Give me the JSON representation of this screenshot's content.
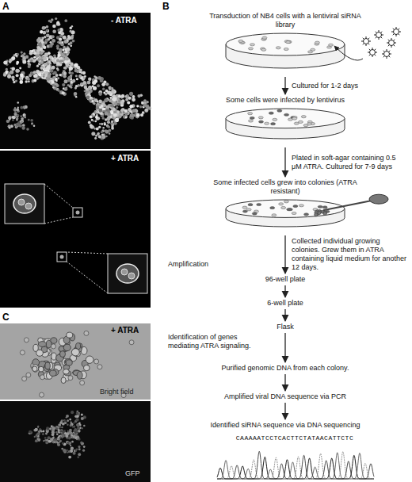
{
  "diagram": {
    "nodes": [
      {
        "text": [
          "Transduction of NB4 cells with a lentiviral siRNA library"
        ]
      },
      {
        "text": [
          "Some cells were infected by lentivirus"
        ]
      },
      {
        "text": [
          "Some infected cells grew into colonies (ATRA resistant)"
        ]
      },
      {
        "text": [
          "96-well plate"
        ]
      },
      {
        "text": [
          "6-well plate"
        ]
      },
      {
        "text": [
          "Flask"
        ]
      },
      {
        "text": [
          "Purified genomic DNA from each colony."
        ]
      },
      {
        "text": [
          "Amplified viral DNA sequence via PCR"
        ]
      },
      {
        "text": [
          "Identified siRNA sequence via DNA sequencing"
        ]
      }
    ],
    "edges": [
      {
        "from": 0,
        "to": 1,
        "arrow": "to",
        "label": "Cultured for 1-2 days"
      },
      {
        "from": 1,
        "to": 2,
        "arrow": "to",
        "label": "Plated in soft-agar containing 0.5 μM ATRA. Cultured for 7-9 days"
      },
      {
        "from": 2,
        "to": 3,
        "arrow": "to",
        "label": "Collected individual growing colonies. Grew them in ATRA containing liquid medium for another 12 days."
      },
      {
        "from": 3,
        "to": 4,
        "arrow": "to"
      },
      {
        "from": 4,
        "to": 5,
        "arrow": "to"
      },
      {
        "from": 5,
        "to": 6,
        "arrow": "to"
      },
      {
        "from": 6,
        "to": 7,
        "arrow": "to"
      },
      {
        "from": 7,
        "to": 8,
        "arrow": "to"
      }
    ],
    "labels": [
      "A",
      "- ATRA",
      "+ ATRA",
      "B",
      "C",
      "+ ATRA",
      "Bright field",
      "GFP",
      "Amplification",
      "Identification of genes mediating ATRA signaling.",
      "CAAAAATCCTCACTTCTATAACATTCTC"
    ]
  }
}
